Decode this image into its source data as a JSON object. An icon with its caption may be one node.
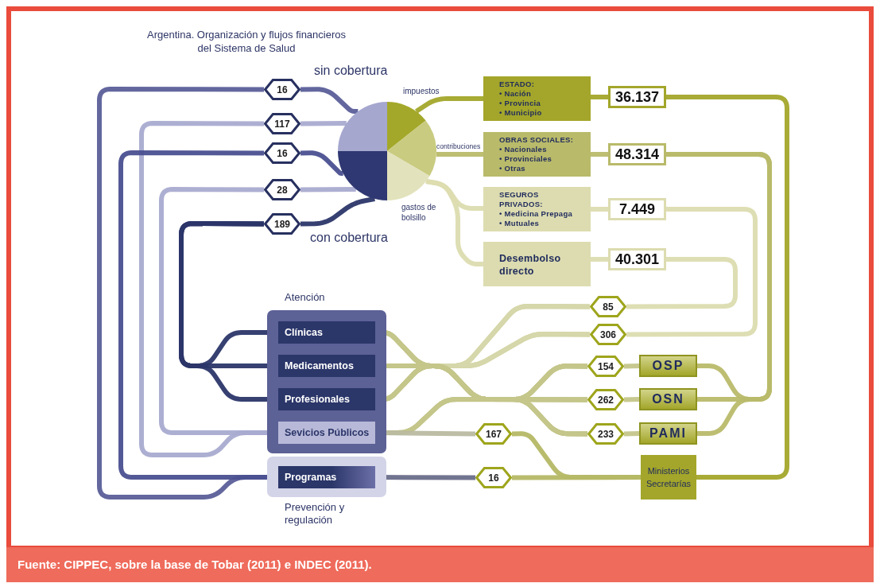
{
  "diagram": {
    "title": "Argentina. Organización y flujos financieros del Sistema de Salud",
    "caption": "Fuente: CIPPEC, sobre la base de Tobar (2011) e INDEC (2011).",
    "nodes": [
      {
        "text": [
          "16"
        ]
      },
      {
        "text": [
          "117"
        ]
      },
      {
        "text": [
          "16"
        ]
      },
      {
        "text": [
          "28"
        ]
      },
      {
        "text": [
          "189"
        ]
      },
      {
        "text": [],
        "shape": "circle",
        "beside": [
          "sin cobertura",
          "con cobertura",
          "impuestos",
          "contribuciones",
          "gastos de bolsillo"
        ]
      },
      {
        "text": [
          "ESTADO:",
          "• Nación",
          "• Provincia",
          "• Municipio"
        ]
      },
      {
        "text": [
          "36.137"
        ]
      },
      {
        "text": [
          "OBRAS SOCIALES:",
          "• Nacionales",
          "• Provinciales",
          "• Otras"
        ]
      },
      {
        "text": [
          "48.314"
        ]
      },
      {
        "text": [
          "SEGUROS PRIVADOS:",
          "• Medicina Prepaga",
          "• Mutuales"
        ]
      },
      {
        "text": [
          "7.449"
        ]
      },
      {
        "text": [
          "Desembolso directo"
        ]
      },
      {
        "text": [
          "40.301"
        ]
      },
      {
        "text": [
          "Atención"
        ]
      },
      {
        "text": [
          "Clínicas"
        ],
        "in": 14
      },
      {
        "text": [
          "Medicamentos"
        ],
        "in": 14
      },
      {
        "text": [
          "Profesionales"
        ],
        "in": 14
      },
      {
        "text": [
          "Sevicios Públicos"
        ],
        "in": 14
      },
      {
        "text": [
          "Prevención y regulación"
        ]
      },
      {
        "text": [
          "Programas"
        ],
        "in": 19
      },
      {
        "text": [
          "85"
        ]
      },
      {
        "text": [
          "306"
        ]
      },
      {
        "text": [
          "154"
        ]
      },
      {
        "text": [
          "262"
        ]
      },
      {
        "text": [
          "233"
        ]
      },
      {
        "text": [
          "OSP"
        ]
      },
      {
        "text": [
          "OSN"
        ]
      },
      {
        "text": [
          "PAMI"
        ]
      },
      {
        "text": [
          "167"
        ]
      },
      {
        "text": [
          "16"
        ]
      },
      {
        "text": [
          "Ministerios Secretarías"
        ]
      }
    ],
    "edges": [
      {
        "from": 0,
        "to": 5,
        "arrow": "none",
        "color": "#5b5f99"
      },
      {
        "from": 1,
        "to": 5,
        "arrow": "none",
        "color": "#a9abd0"
      },
      {
        "from": 2,
        "to": 5,
        "arrow": "none",
        "color": "#4a5090"
      },
      {
        "from": 3,
        "to": 5,
        "arrow": "none",
        "color": "#a9abd0"
      },
      {
        "from": 4,
        "to": 5,
        "arrow": "none",
        "color": "#2b3669"
      },
      {
        "from": 0,
        "to": 20,
        "arrow": "none",
        "color": "#5b5f99"
      },
      {
        "from": 1,
        "to": 18,
        "arrow": "none",
        "color": "#a9abd0"
      },
      {
        "from": 2,
        "to": 20,
        "arrow": "none",
        "color": "#4a5090"
      },
      {
        "from": 3,
        "to": 18,
        "arrow": "none",
        "color": "#a9abd0"
      },
      {
        "from": 4,
        "to": 15,
        "arrow": "none",
        "color": "#2b3669"
      },
      {
        "from": 4,
        "to": 16,
        "arrow": "none",
        "color": "#2b3669"
      },
      {
        "from": 4,
        "to": 17,
        "arrow": "none",
        "color": "#2b3669"
      },
      {
        "from": 5,
        "to": 6,
        "arrow": "none",
        "color": "#a3a62a"
      },
      {
        "from": 5,
        "to": 8,
        "arrow": "none",
        "color": "#b9ba6a"
      },
      {
        "from": 5,
        "to": 10,
        "arrow": "none",
        "color": "#dcdcb0"
      },
      {
        "from": 5,
        "to": 12,
        "arrow": "none",
        "color": "#dcdcb0"
      },
      {
        "from": 6,
        "to": 7,
        "arrow": "none",
        "color": "#a3a62a"
      },
      {
        "from": 8,
        "to": 9,
        "arrow": "none",
        "color": "#b9ba6a"
      },
      {
        "from": 10,
        "to": 11,
        "arrow": "none",
        "color": "#dcdcb0"
      },
      {
        "from": 12,
        "to": 13,
        "arrow": "none",
        "color": "#dcdcb0"
      },
      {
        "from": 7,
        "to": 31,
        "arrow": "none",
        "color": "#a3a62a"
      },
      {
        "from": 9,
        "to": 26,
        "arrow": "none",
        "color": "#b9ba6a"
      },
      {
        "from": 9,
        "to": 27,
        "arrow": "none",
        "color": "#b9ba6a"
      },
      {
        "from": 9,
        "to": 28,
        "arrow": "none",
        "color": "#b9ba6a"
      },
      {
        "from": 11,
        "to": 22,
        "arrow": "none",
        "color": "#dcdcb0"
      },
      {
        "from": 13,
        "to": 21,
        "arrow": "none",
        "color": "#dcdcb0"
      },
      {
        "from": 15,
        "to": 21,
        "arrow": "none",
        "color": "#d6d7aa"
      },
      {
        "from": 16,
        "to": 21,
        "arrow": "none",
        "color": "#d6d7aa"
      },
      {
        "from": 17,
        "to": 21,
        "arrow": "none",
        "color": "#d6d7aa"
      },
      {
        "from": 15,
        "to": 22,
        "arrow": "none",
        "color": "#d6d7aa"
      },
      {
        "from": 16,
        "to": 22,
        "arrow": "none",
        "color": "#d6d7aa"
      },
      {
        "from": 17,
        "to": 22,
        "arrow": "none",
        "color": "#d6d7aa"
      },
      {
        "from": 15,
        "to": 23,
        "arrow": "none"
      },
      {
        "from": 16,
        "to": 23,
        "arrow": "none"
      },
      {
        "from": 17,
        "to": 23,
        "arrow": "none"
      },
      {
        "from": 15,
        "to": 24,
        "arrow": "none"
      },
      {
        "from": 16,
        "to": 24,
        "arrow": "none"
      },
      {
        "from": 17,
        "to": 24,
        "arrow": "none"
      },
      {
        "from": 15,
        "to": 25,
        "arrow": "none"
      },
      {
        "from": 16,
        "to": 25,
        "arrow": "none"
      },
      {
        "from": 17,
        "to": 25,
        "arrow": "none"
      },
      {
        "from": 18,
        "to": 23,
        "arrow": "none"
      },
      {
        "from": 18,
        "to": 24,
        "arrow": "none"
      },
      {
        "from": 18,
        "to": 25,
        "arrow": "none"
      },
      {
        "from": 18,
        "to": 29,
        "arrow": "none",
        "color": "#b9bba0"
      },
      {
        "from": 23,
        "to": 26,
        "arrow": "none"
      },
      {
        "from": 24,
        "to": 27,
        "arrow": "none"
      },
      {
        "from": 25,
        "to": 28,
        "arrow": "none"
      },
      {
        "from": 29,
        "to": 31,
        "arrow": "none",
        "color": "#b5b865"
      },
      {
        "from": 20,
        "to": 30,
        "arrow": "none",
        "color": "#6a6e8a"
      },
      {
        "from": 30,
        "to": 31,
        "arrow": "none",
        "color": "#b5b865"
      }
    ]
  }
}
